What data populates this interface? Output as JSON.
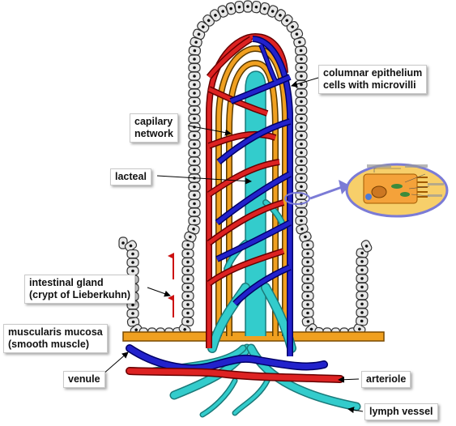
{
  "labels": {
    "columnar": [
      "columnar epithelium",
      "cells with microvilli"
    ],
    "capillary": [
      "capilary",
      "network"
    ],
    "lacteal": "lacteal",
    "gland": [
      "intestinal gland",
      "(crypt of Lieberkuhn)"
    ],
    "muscularis": [
      "muscularis mucosa",
      "(smooth muscle)"
    ],
    "venule": "venule",
    "arteriole": "arteriole",
    "lymph": "lymph vessel"
  },
  "colors": {
    "artery": "#dd2222",
    "vein": "#2222cc",
    "lacteal": "#33cccc",
    "muscle": "#f0a020",
    "cell_fill": "#e8e8e8",
    "cell_outline": "#333333",
    "inset_fill": "#f7cf6a",
    "inset_ring": "#7b7bd6"
  }
}
